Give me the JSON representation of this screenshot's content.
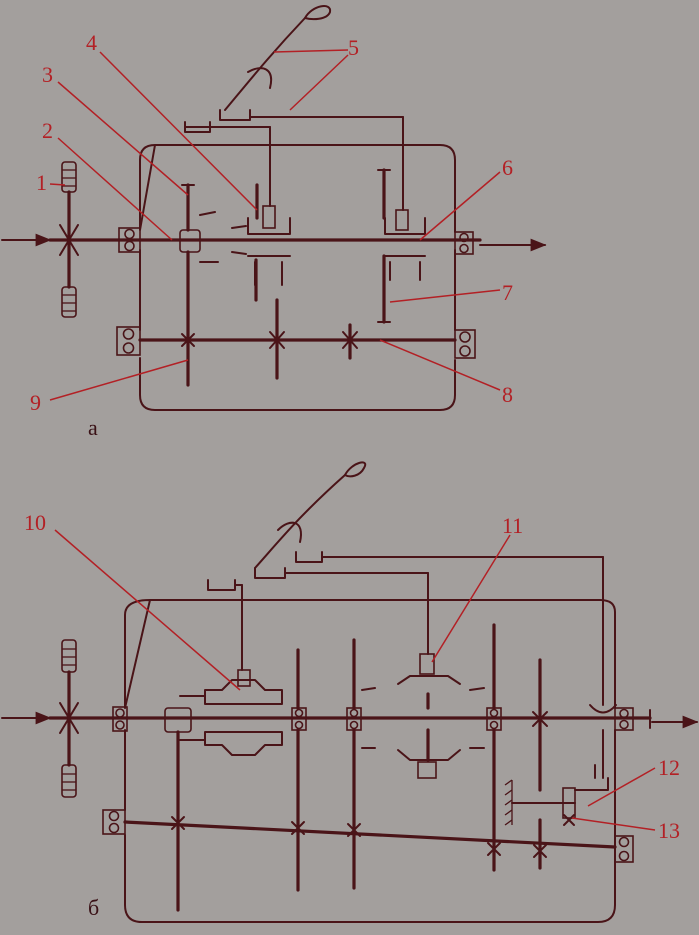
{
  "diagram": {
    "panels": [
      {
        "id": "a",
        "label": "а"
      },
      {
        "id": "b",
        "label": "б"
      }
    ],
    "callouts": [
      "1",
      "2",
      "3",
      "4",
      "5",
      "6",
      "7",
      "8",
      "9",
      "10",
      "11",
      "12",
      "13"
    ]
  },
  "colors": {
    "background": "#a39f9d",
    "linework": "#4a1418",
    "callouts": "#b32025"
  }
}
